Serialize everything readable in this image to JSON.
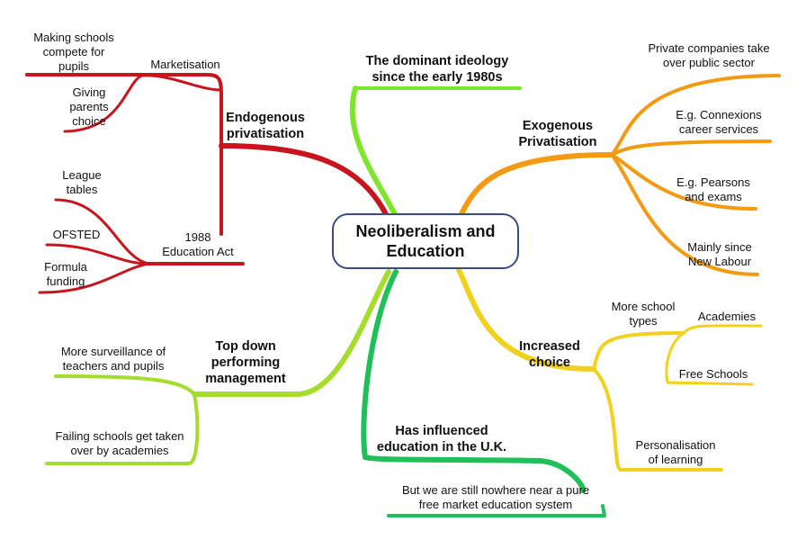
{
  "central": "Neoliberalism and\nEducation",
  "branches": {
    "endogenous": {
      "label": "Endogenous\nprivatisation",
      "color": "#c8141c",
      "marketisation": "Marketisation",
      "making_schools": "Making schools\ncompete for\npupils",
      "giving_parents": "Giving\nparents\nchoice",
      "education_act": "1988\nEducation Act",
      "league_tables": "League\ntables",
      "ofsted": "OFSTED",
      "formula_funding": "Formula\nfunding"
    },
    "dominant": {
      "label": "The dominant ideology\nsince the early 1980s",
      "color": "#7ee62a"
    },
    "exogenous": {
      "label": "Exogenous\nPrivatisation",
      "color": "#f39a12",
      "private_companies": "Private companies take\nover public sector",
      "connexions": "E.g. Connexions\ncareer services",
      "pearsons": "E.g. Pearsons\nand exams",
      "new_labour": "Mainly since\nNew Labour"
    },
    "choice": {
      "label": "Increased\nchoice",
      "color": "#f2d11c",
      "more_school_types": "More school\ntypes",
      "academies": "Academies",
      "free_schools": "Free Schools",
      "personalisation": "Personalisation\nof learning"
    },
    "topdown": {
      "label": "Top down\nperforming\nmanagement",
      "color": "#a6dc2c",
      "surveillance": "More surveillance of\nteachers and pupils",
      "failing_schools": "Failing schools get taken\nover by academies"
    },
    "influenced": {
      "label": "Has influenced\neducation in the U.K.",
      "color": "#1fbf5a",
      "nowhere_near": "But we are still nowhere near a pure\nfree market education system"
    }
  }
}
